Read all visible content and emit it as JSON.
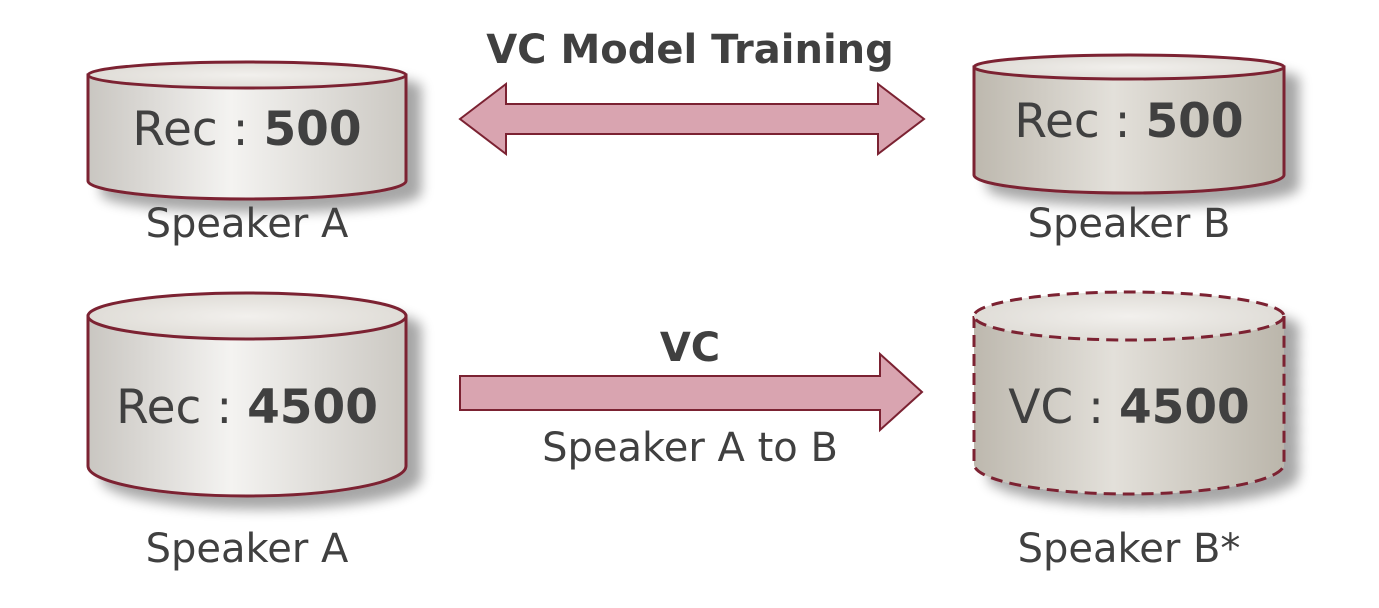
{
  "top_arrow": {
    "label": "VC Model Training"
  },
  "bottom_arrow": {
    "label": "VC",
    "sublabel": "Speaker A to B"
  },
  "databases": [
    {
      "id": "top-left",
      "prefix": "Rec : ",
      "count": "500",
      "speaker": "Speaker A",
      "dashed": false
    },
    {
      "id": "top-right",
      "prefix": "Rec : ",
      "count": "500",
      "speaker": "Speaker B",
      "dashed": false
    },
    {
      "id": "bottom-left",
      "prefix": "Rec : ",
      "count": "4500",
      "speaker": "Speaker A",
      "dashed": false
    },
    {
      "id": "bottom-right",
      "prefix": "VC : ",
      "count": "4500",
      "speaker": "Speaker B*",
      "dashed": true
    }
  ],
  "colors": {
    "outline": "#7b2232",
    "arrow_fill": "#d9a4b0",
    "text": "#404040",
    "cylinder_light": "#f6f4f2",
    "cylinder_dark": "#c9c6bf"
  }
}
